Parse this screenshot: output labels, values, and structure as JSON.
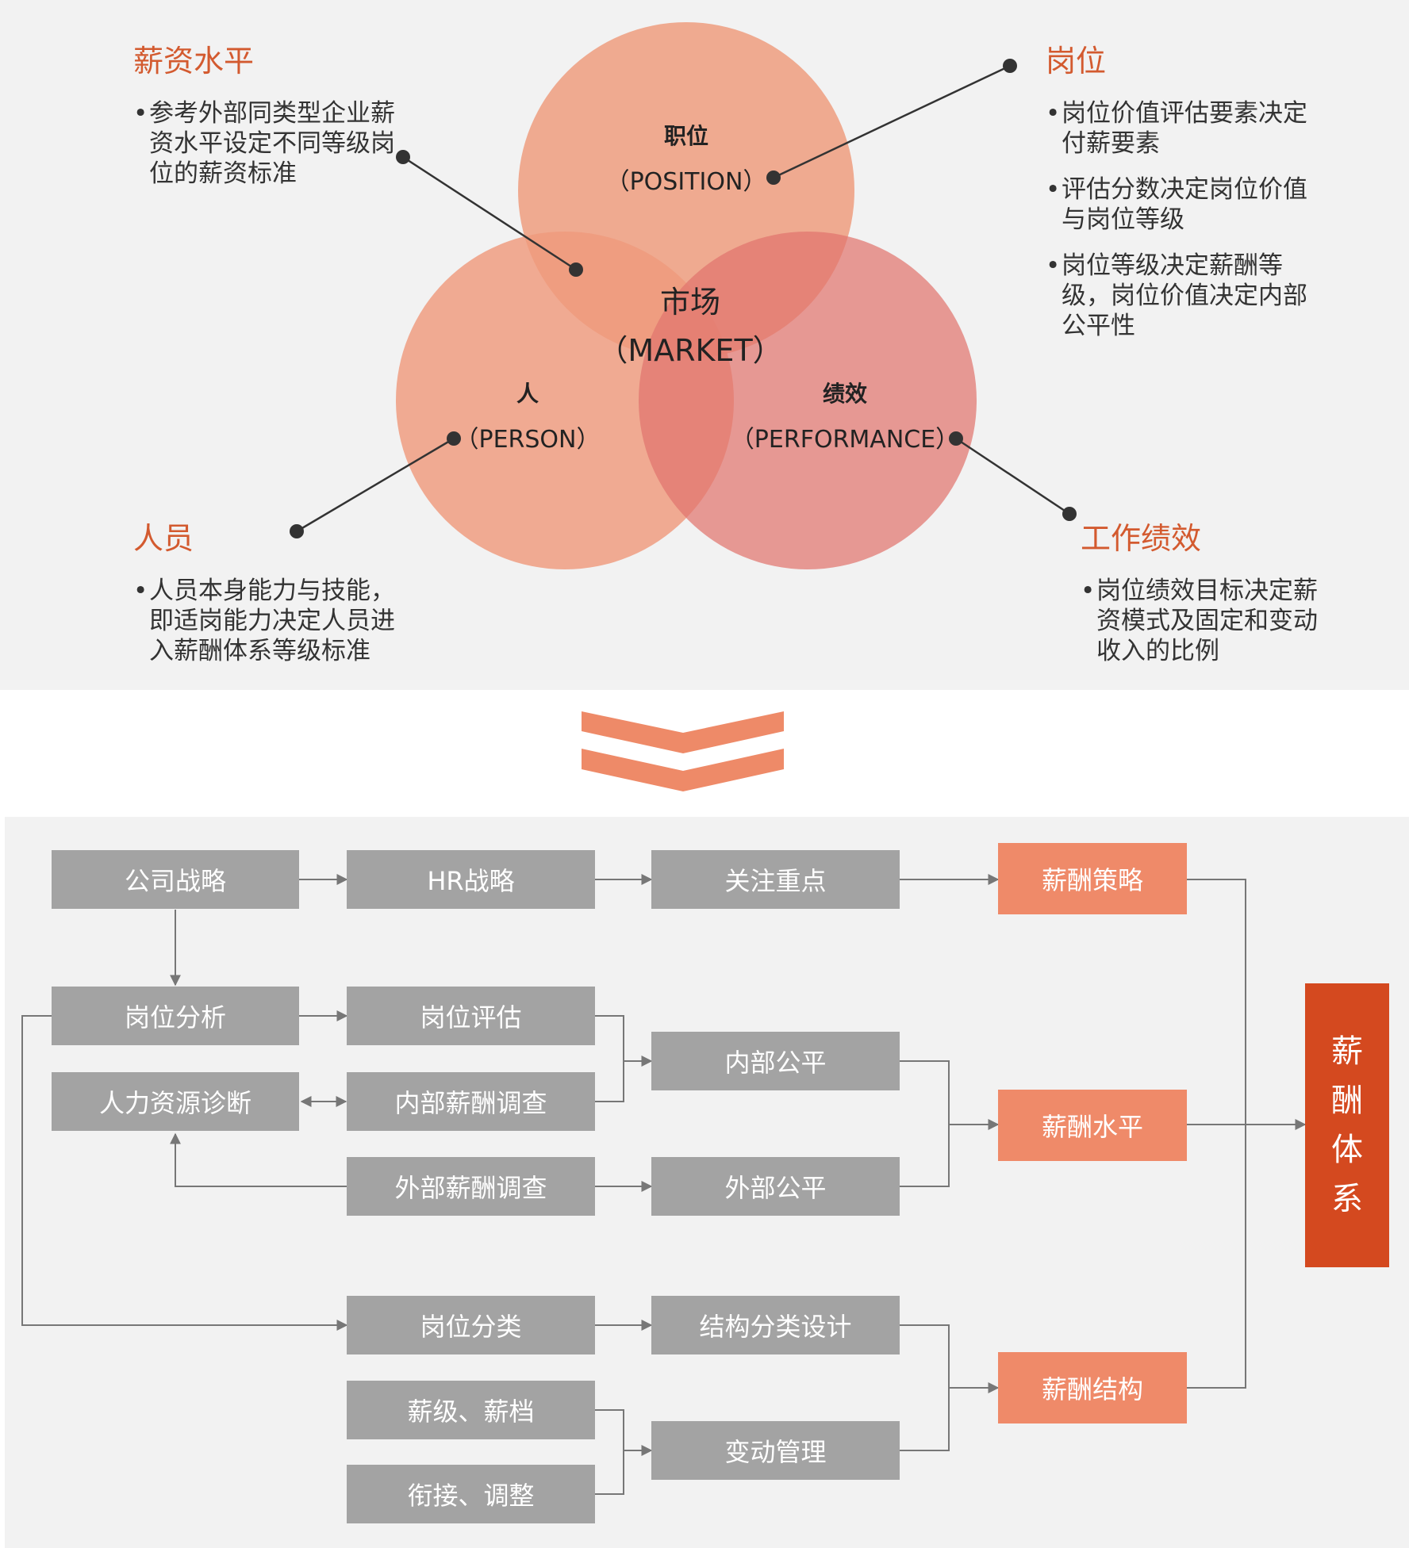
{
  "venn": {
    "position": {
      "title": "职位",
      "subtitle": "（POSITION）"
    },
    "person": {
      "title": "人",
      "subtitle": "（PERSON）"
    },
    "performance": {
      "title": "绩效",
      "subtitle": "（PERFORMANCE）"
    },
    "market": {
      "title": "市场",
      "subtitle": "（MARKET）"
    }
  },
  "callouts": {
    "salary_level": {
      "heading": "薪资水平",
      "bullets": [
        "参考外部同类型企业薪资水平设定不同等级岗位的薪资标准"
      ]
    },
    "post": {
      "heading": "岗位",
      "bullets": [
        "岗位价值评估要素决定付薪要素",
        "评估分数决定岗位价值与岗位等级",
        "岗位等级决定薪酬等级，岗位价值决定内部公平性"
      ]
    },
    "personnel": {
      "heading": "人员",
      "bullets": [
        "人员本身能力与技能，即适岗能力决定人员进入薪酬体系等级标准"
      ]
    },
    "work_performance": {
      "heading": "工作绩效",
      "bullets": [
        "岗位绩效目标决定薪资模式及固定和变动收入的比例"
      ]
    }
  },
  "flow": {
    "company_strategy": "公司战略",
    "hr_strategy": "HR战略",
    "focus": "关注重点",
    "comp_strategy": "薪酬策略",
    "job_analysis": "岗位分析",
    "job_evaluation": "岗位评估",
    "hr_diagnosis": "人力资源诊断",
    "internal_survey": "内部薪酬调查",
    "internal_equity": "内部公平",
    "external_survey": "外部薪酬调查",
    "external_equity": "外部公平",
    "comp_level": "薪酬水平",
    "job_classification": "岗位分类",
    "structure_design": "结构分类设计",
    "grades_steps": "薪级、薪档",
    "transition_adjust": "衔接、调整",
    "change_management": "变动管理",
    "comp_structure": "薪酬结构",
    "comp_system": "薪酬体系"
  },
  "colors": {
    "accent": "#d35a2f",
    "orange_box": "#ef8a69",
    "dark_orange": "#d4491f",
    "gray_box": "#a3a3a3",
    "circle_top": "#ee9a7a",
    "circle_left": "#ef9a7d",
    "circle_right": "#e0746e"
  }
}
